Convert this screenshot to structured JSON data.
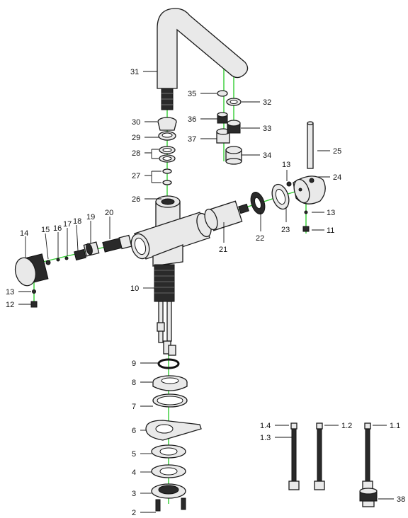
{
  "labels": {
    "p1_1": "1.1",
    "p1_2": "1.2",
    "p1_3": "1.3",
    "p1_4": "1.4",
    "p2": "2",
    "p3": "3",
    "p4": "4",
    "p5": "5",
    "p6": "6",
    "p7": "7",
    "p8": "8",
    "p9": "9",
    "p10": "10",
    "p11": "11",
    "p12": "12",
    "p13a": "13",
    "p13b": "13",
    "p13c": "13",
    "p14": "14",
    "p15": "15",
    "p16": "16",
    "p17": "17",
    "p18": "18",
    "p19": "19",
    "p20": "20",
    "p21": "21",
    "p22": "22",
    "p23": "23",
    "p24": "24",
    "p25": "25",
    "p26": "26",
    "p27": "27",
    "p28": "28",
    "p29": "29",
    "p30": "30",
    "p31": "31",
    "p32": "32",
    "p33": "33",
    "p34": "34",
    "p35": "35",
    "p36": "36",
    "p37": "37",
    "p38": "38"
  },
  "colors": {
    "axis": "#33cc33",
    "outline": "#1a1a1a",
    "fill": "#e9e9e9"
  }
}
